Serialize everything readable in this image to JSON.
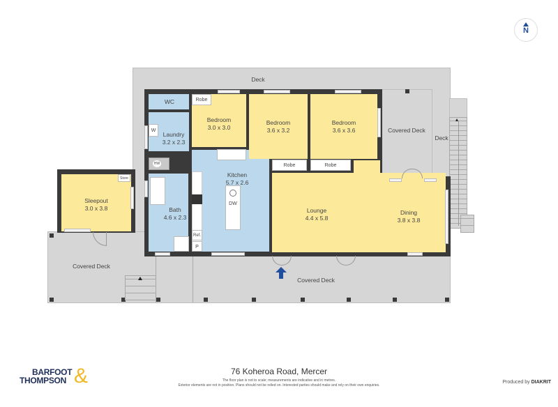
{
  "compass": {
    "label": "N",
    "color": "#1f4e9c"
  },
  "rooms": {
    "deck_top": {
      "name": "Deck"
    },
    "deck_right": {
      "name": "Deck"
    },
    "covered_deck_right": {
      "name": "Covered Deck"
    },
    "covered_deck_left": {
      "name": "Covered Deck"
    },
    "covered_deck_bottom": {
      "name": "Covered Deck"
    },
    "wc": {
      "name": "WC"
    },
    "robe_1": {
      "name": "Robe"
    },
    "robe_2": {
      "name": "Robe"
    },
    "robe_3": {
      "name": "Robe"
    },
    "bedroom_1": {
      "name": "Bedroom",
      "size": "3.0 x 3.0"
    },
    "bedroom_2": {
      "name": "Bedroom",
      "size": "3.6 x 3.2"
    },
    "bedroom_3": {
      "name": "Bedroom",
      "size": "3.6 x 3.6"
    },
    "laundry": {
      "name": "Laundry",
      "size": "3.2 x 2.3"
    },
    "kitchen": {
      "name": "Kitchen",
      "size": "5.7 x 2.6"
    },
    "bath": {
      "name": "Bath",
      "size": "4.6 x 2.3"
    },
    "sleepout": {
      "name": "Sleepout",
      "size": "3.0 x 3.8"
    },
    "lounge": {
      "name": "Lounge",
      "size": "4.4 x 5.8"
    },
    "dining": {
      "name": "Dining",
      "size": "3.8 x 3.8"
    }
  },
  "fixtures": {
    "washer": "W",
    "hot_water": "HW",
    "dishwasher": "DW",
    "fridge": "Ref.",
    "pantry": "P",
    "store": "Store"
  },
  "colors": {
    "bedroom_living": "#fde99a",
    "wet_areas": "#bcd8ec",
    "deck": "#d6d6d6",
    "walls": "#3a3a3a",
    "entry_arrow": "#1f4e9c",
    "brand_blue": "#1f2f5c",
    "brand_gold": "#f2b824"
  },
  "footer": {
    "brand_line1": "BARFOOT",
    "brand_line2": "THOMPSON",
    "brand_amp": "&",
    "address": "76 Koheroa Road, Mercer",
    "disclaimer_1": "The floor plan is not to scale; measurements are indicative and in metres.",
    "disclaimer_2": "Exterior elements are not in position. Plans should not be relied on. Interested parties should make and rely on their own enquiries.",
    "produced_by": "Produced by",
    "producer": "DIAKRIT"
  }
}
